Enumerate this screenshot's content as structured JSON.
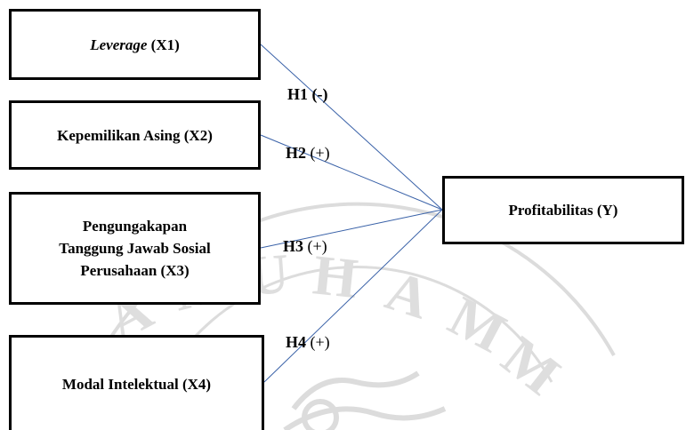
{
  "colors": {
    "arrow": "#3a62a8",
    "border": "#000000",
    "watermark": "#d9d9d9"
  },
  "independent_variables": [
    {
      "name_italic": "Leverage",
      "name": "(X1)"
    },
    {
      "name": "Kepemilikan Asing (X2)"
    },
    {
      "lines": [
        "Pengungakapan",
        "Tanggung Jawab Sosial",
        "Perusahaan (X3)"
      ]
    },
    {
      "name": "Modal Intelektual (X4)"
    }
  ],
  "dependent_variable": {
    "name": "Profitabilitas (Y)"
  },
  "hypotheses": [
    {
      "id": "H1",
      "sign": "(-)"
    },
    {
      "id": "H2",
      "sign": "(+)"
    },
    {
      "id": "H3",
      "sign": "(+)"
    },
    {
      "id": "H4",
      "sign": "(+)"
    }
  ],
  "watermark_icon": "university-seal-icon"
}
